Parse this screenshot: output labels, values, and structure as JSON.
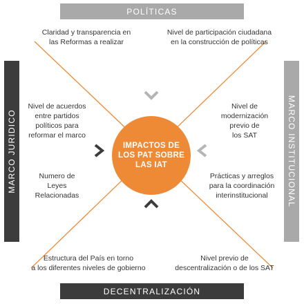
{
  "colors": {
    "accent": "#ee8a35",
    "dark_bar": "#3c3c3c",
    "light_bar": "#a9a9a9",
    "chevron_light": "#b5b5b5",
    "chevron_dark": "#3c3c3c"
  },
  "bars": {
    "top": "POLÍTICAS",
    "bottom": "DECENTRALIZACIÓN",
    "left": "MARCO JURIDICO",
    "right": "MARCO INSTITUCIONAL"
  },
  "center": {
    "text": "IMPACTOS DE\nLOS  PAT SOBRE\nLAS IAT"
  },
  "labels": {
    "top_left": "Claridad y transparencia en\nlas Reformas a realizar",
    "top_right": "Nivel de participación ciudadana\nen la construcción de políticas",
    "left_upper": "Nivel de acuerdos\nentre partidos\npolíticos para\nreformar el marco",
    "left_lower": "Numero de\nLeyes\nRelacionadas",
    "right_upper": "Nivel de\nmodernización\nprevio de\nlos SAT",
    "right_lower": "Prácticas y arreglos\npara la coordinación\ninterinstitucional",
    "bottom_left": "Estructura del País en torno\na los diferentes niveles de gobierno",
    "bottom_right": "Nivel previo de\ndescentralización o de los SAT"
  }
}
